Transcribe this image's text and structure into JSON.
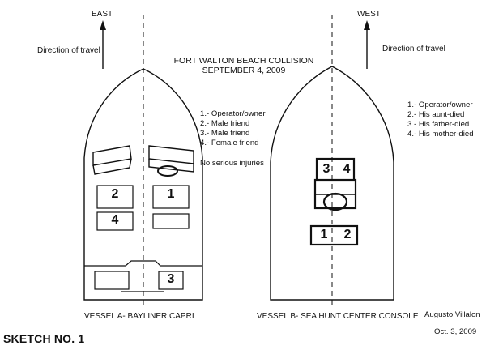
{
  "title": {
    "line1": "FORT WALTON BEACH COLLISION",
    "line2": "SEPTEMBER 4, 2009"
  },
  "vessel_a": {
    "heading": "EAST",
    "travel_label": "Direction of travel",
    "legend": [
      "1.- Operator/owner",
      "2.- Male friend",
      "3.- Male friend",
      "4.- Female friend"
    ],
    "note": "No serious injuries",
    "seat_labels": {
      "s1": "1",
      "s2": "2",
      "s3": "3",
      "s4": "4"
    },
    "caption": "VESSEL A- BAYLINER CAPRI"
  },
  "vessel_b": {
    "heading": "WEST",
    "travel_label": "Direction of travel",
    "legend": [
      "1.- Operator/owner",
      "2.- His aunt-died",
      "3.- His father-died",
      "4.- His mother-died"
    ],
    "seat_labels": {
      "s1": "1",
      "s2": "2",
      "s3": "3",
      "s4": "4"
    },
    "caption": "VESSEL B- SEA HUNT CENTER CONSOLE"
  },
  "author": "Augusto Villalon",
  "date": "Oct. 3, 2009",
  "sketch_label": "SKETCH NO. 1",
  "colors": {
    "ink": "#111111",
    "background": "#ffffff"
  }
}
